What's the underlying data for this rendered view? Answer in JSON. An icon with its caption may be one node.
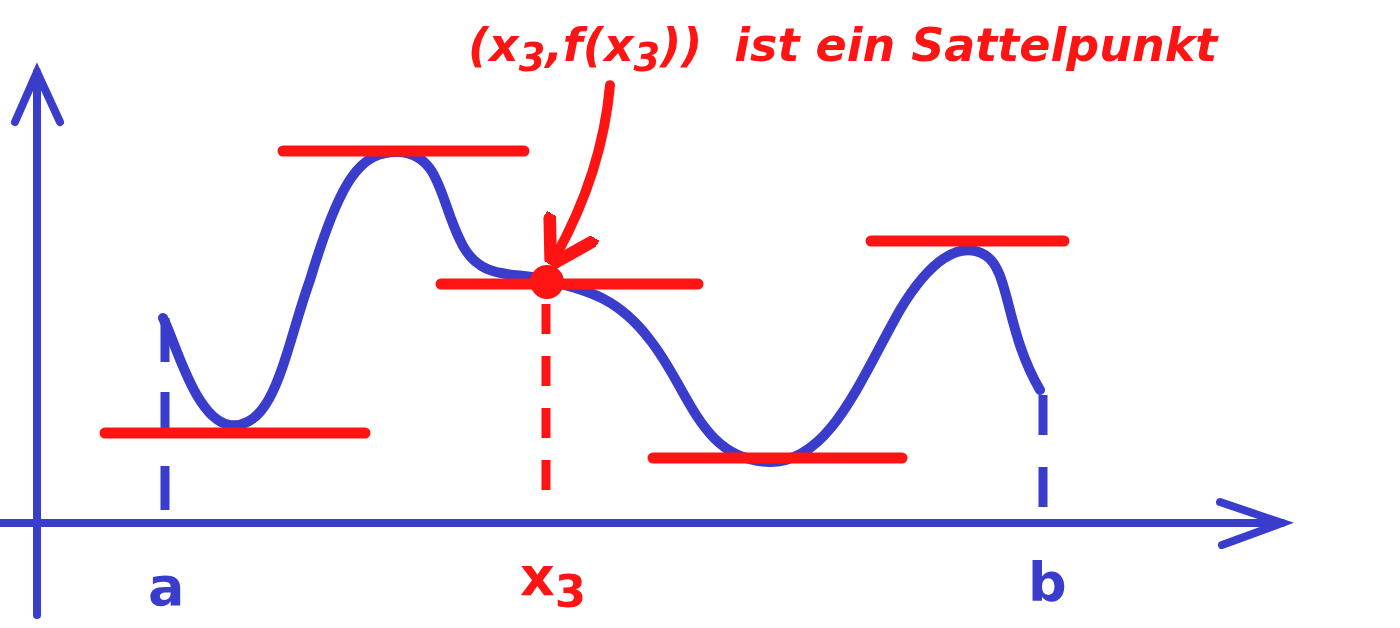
{
  "diagram": {
    "nodes": [
      {
        "text": [
          "(x$_{3}$,f(x$_{3}$))  ist ein Sattelpunkt"
        ]
      },
      {
        "text": [],
        "shape": "circle"
      }
    ],
    "edges": [
      {
        "from": 0,
        "to": 1,
        "arrow": "to"
      }
    ],
    "labels": [
      "a",
      "x$_{3}$",
      "b"
    ]
  }
}
